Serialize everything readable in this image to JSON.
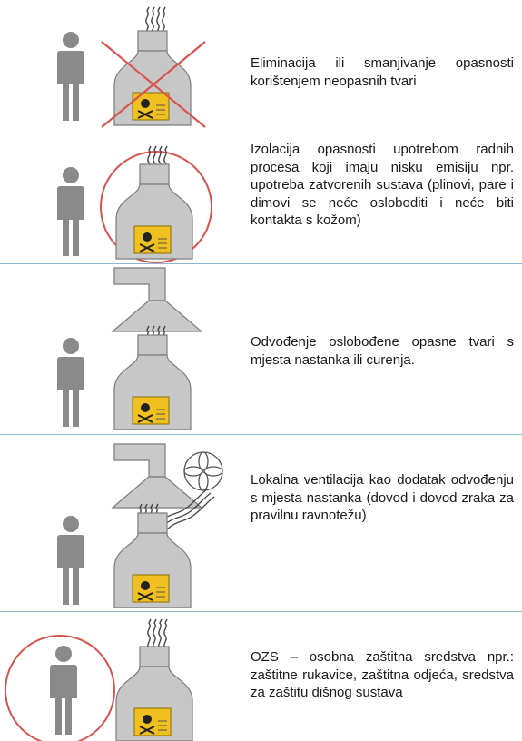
{
  "colors": {
    "divider": "#8fb6d4",
    "figure": "#8a8a8a",
    "bottle": "#c7c7c7",
    "bottle_stroke": "#7c7c7c",
    "hood": "#c9c9c9",
    "label": "#f0c020",
    "cross": "#d9534f",
    "circle": "#d9534f"
  },
  "icons": [
    "person-icon",
    "bottle-icon",
    "toxic-label-icon",
    "vapor-icon",
    "fume-hood-icon",
    "fan-icon",
    "red-cross-icon",
    "red-circle-icon"
  ],
  "measures": [
    {
      "text": "Eliminacija ili smanjivanje opasnosti korištenjem neopasnih tvari"
    },
    {
      "text": "Izolacija opasnosti upotrebom radnih procesa koji imaju nisku emisiju npr. upotreba zatvorenih sustava (plinovi, pare i dimovi se neće osloboditi i neće biti kontakta s kožom)"
    },
    {
      "text": "Odvođenje oslobođene opasne tvari s mjesta nastanka ili curenja."
    },
    {
      "text": "Lokalna ventilacija kao dodatak odvođenju s mjesta nastanka (dovod i dovod zraka za pravilnu ravnotežu)"
    },
    {
      "text": "OZS – osobna zaštitna sredstva npr.: zaštitne rukavice, zaštitna odjeća, sredstva za zaštitu dišnog sustava"
    }
  ]
}
